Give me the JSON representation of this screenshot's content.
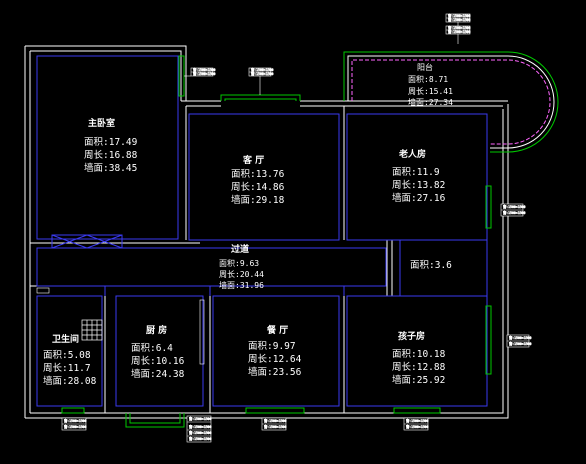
{
  "colors": {
    "background": "#000000",
    "wall": "#ffffff",
    "room_outline": "#3a3af0",
    "window": "#00c800",
    "balcony_wall": "#ff66ff",
    "text": "#ffffff"
  },
  "rooms": {
    "master_bedroom": {
      "name": "主卧室",
      "area": "面积:17.49",
      "perimeter": "周长:16.88",
      "wall_area": "墙面:38.45"
    },
    "living_room": {
      "name": "客 厅",
      "area": "面积:13.76",
      "perimeter": "周长:14.86",
      "wall_area": "墙面:29.18"
    },
    "balcony": {
      "name": "阳台",
      "area": "面积:8.71",
      "perimeter": "周长:15.41",
      "wall_area": "墙面:27.34"
    },
    "elder_room": {
      "name": "老人房",
      "area": "面积:11.9",
      "perimeter": "周长:13.82",
      "wall_area": "墙面:27.16"
    },
    "corridor": {
      "name": "过道",
      "area": "面积:9.63",
      "perimeter": "周长:20.44",
      "wall_area": "墙面:31.96"
    },
    "storage": {
      "area": "面积:3.6"
    },
    "bathroom": {
      "name": "卫生间",
      "area": "面积:5.08",
      "perimeter": "周长:11.7",
      "wall_area": "墙面:28.08"
    },
    "kitchen": {
      "name": "厨 房",
      "area": "面积:6.4",
      "perimeter": "周长:10.16",
      "wall_area": "墙面:24.38"
    },
    "dining_room": {
      "name": "餐 厅",
      "area": "面积:9.97",
      "perimeter": "周长:12.64",
      "wall_area": "墙面:23.56"
    },
    "child_room": {
      "name": "孩子房",
      "area": "面积:10.18",
      "perimeter": "周长:12.88",
      "wall_area": "墙面:25.92"
    }
  },
  "window_tags": {
    "tag_text": "窗:1500×1500"
  }
}
